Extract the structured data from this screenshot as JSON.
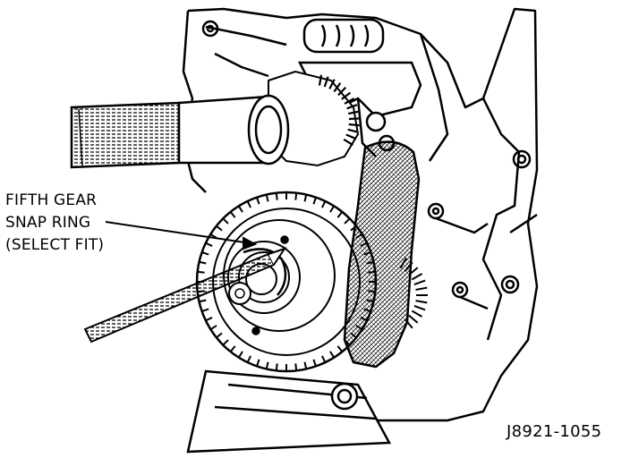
{
  "callout": {
    "line1": "FIFTH GEAR",
    "line2": "SNAP RING",
    "line3": "(SELECT FIT)"
  },
  "figure_id": "J8921-1055",
  "colors": {
    "ink": "#000000",
    "paper": "#ffffff",
    "hatch": "#555555"
  }
}
